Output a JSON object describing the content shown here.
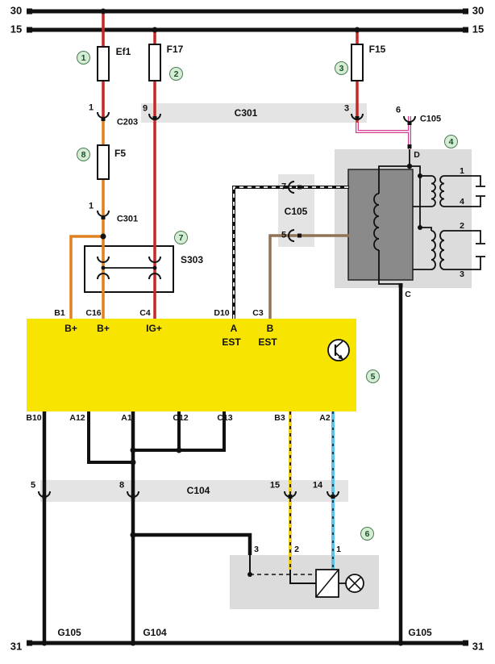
{
  "buses": {
    "t30l": "30",
    "t30r": "30",
    "t15l": "15",
    "t15r": "15",
    "b31l": "31",
    "b31r": "31"
  },
  "grounds": {
    "g105_left": "G105",
    "g104": "G104",
    "g105_right": "G105"
  },
  "fuses": {
    "ef1": "Ef1",
    "f17": "F17",
    "f15": "F15",
    "f5": "F5"
  },
  "callouts": {
    "n1": "1",
    "n2": "2",
    "n3": "3",
    "n4": "4",
    "n5": "5",
    "n6": "6",
    "n7": "7",
    "n8": "8"
  },
  "connectors": {
    "c203_pin": "1",
    "c203": "C203",
    "c301i_pin": "1",
    "c301i": "C301",
    "c301": "C301",
    "c301_p9": "9",
    "c301_p3": "3",
    "c105t_pin": "6",
    "c105t": "C105",
    "c105": "C105",
    "c105_p7": "7",
    "c105_p5": "5",
    "c104": "C104",
    "c104_p5": "5",
    "c104_p8": "8",
    "c104_p15": "15",
    "c104_p14": "14"
  },
  "s303_label": "S303",
  "ecu": {
    "pins_top": [
      "B1",
      "C16",
      "C4",
      "D10",
      "C3"
    ],
    "labels_top": [
      "B+",
      "B+",
      "IG+",
      "A",
      "B"
    ],
    "est": [
      "EST",
      "EST"
    ],
    "pins_bottom": [
      "B10",
      "A12",
      "A1",
      "C12",
      "C13",
      "B3",
      "A2"
    ]
  },
  "coil": {
    "d": "D",
    "c": "C",
    "p1": "1",
    "p4": "4",
    "p2": "2",
    "p3": "3"
  },
  "pump": {
    "p3": "3",
    "p2": "2",
    "p1": "1"
  },
  "colors": {
    "wire_red": "#c62828",
    "wire_orange": "#e0811f",
    "wire_pink": "#d23f8f",
    "wire_brown": "#8f7355",
    "wire_yellow": "#f0d01c",
    "wire_blue": "#5ec1ea",
    "ecu_fill": "#f7e400",
    "band_fill": "#e4e4e4",
    "module_fill": "#dcdcdc",
    "coil_fill": "#8a8a8a",
    "callout_fill": "#d7ecd4",
    "callout_border": "#497d52"
  }
}
